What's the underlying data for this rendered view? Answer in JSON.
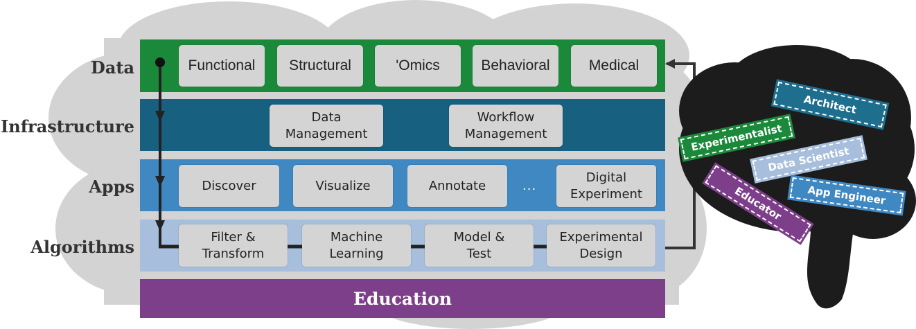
{
  "rows": {
    "data": "Data",
    "infrastructure": "Infrastructure",
    "apps": "Apps",
    "algorithms": "Algorithms"
  },
  "data_items": [
    "Functional",
    "Structural",
    "'Omics",
    "Behavioral",
    "Medical"
  ],
  "infrastructure_items": [
    "Data\nManagement",
    "Workflow\nManagement"
  ],
  "app_items": [
    "Discover",
    "Visualize",
    "Annotate",
    "Digital\nExperiment"
  ],
  "app_ellipsis": "...",
  "algorithm_items": [
    "Filter &\nTransform",
    "Machine\nLearning",
    "Model &\nTest",
    "Experimental\nDesign"
  ],
  "education": "Education",
  "roles": [
    "Architect",
    "Experimentalist",
    "Data Scientist",
    "Educator",
    "App Engineer"
  ],
  "colors": {
    "data": "#1a8a3a",
    "infrastructure": "#17607f",
    "apps": "#3f88c2",
    "algorithms": "#a7bedc",
    "education": "#7d3f8a",
    "cloud": "#d3d3d3",
    "brain": "#1c1c1c",
    "architect": "#1e6e8e",
    "experimentalist": "#1a8a3a",
    "data_scientist": "#a7bedc",
    "educator": "#7d3f8a",
    "app_engineer": "#3f88c2"
  }
}
